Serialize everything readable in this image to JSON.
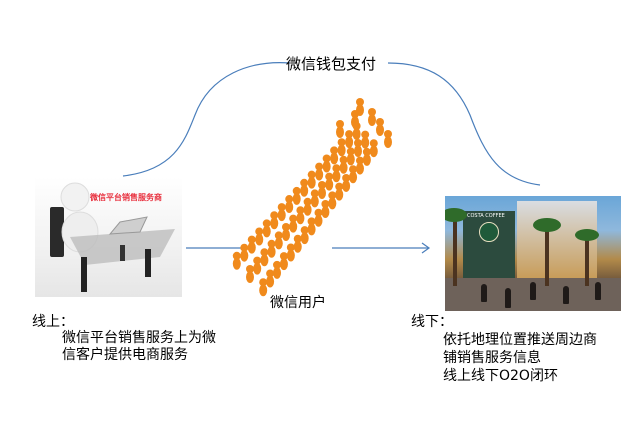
{
  "payment_label": "微信钱包支付",
  "users_label": "微信用户",
  "online": {
    "image_caption": "微信平台销售服务商",
    "title": "线上：",
    "lines": [
      "微信平台销售服务上为微",
      "信客户提供电商服务"
    ]
  },
  "offline": {
    "store_sign": "COSTA COFFEE",
    "title": "线下：",
    "lines": [
      "依托地理位置推送周边商",
      "铺销售服务信息",
      "线上线下O2O闭环"
    ]
  },
  "colors": {
    "connector": "#4a7ebb",
    "crowd": "#f08a1c",
    "caption": "#e8313f"
  }
}
